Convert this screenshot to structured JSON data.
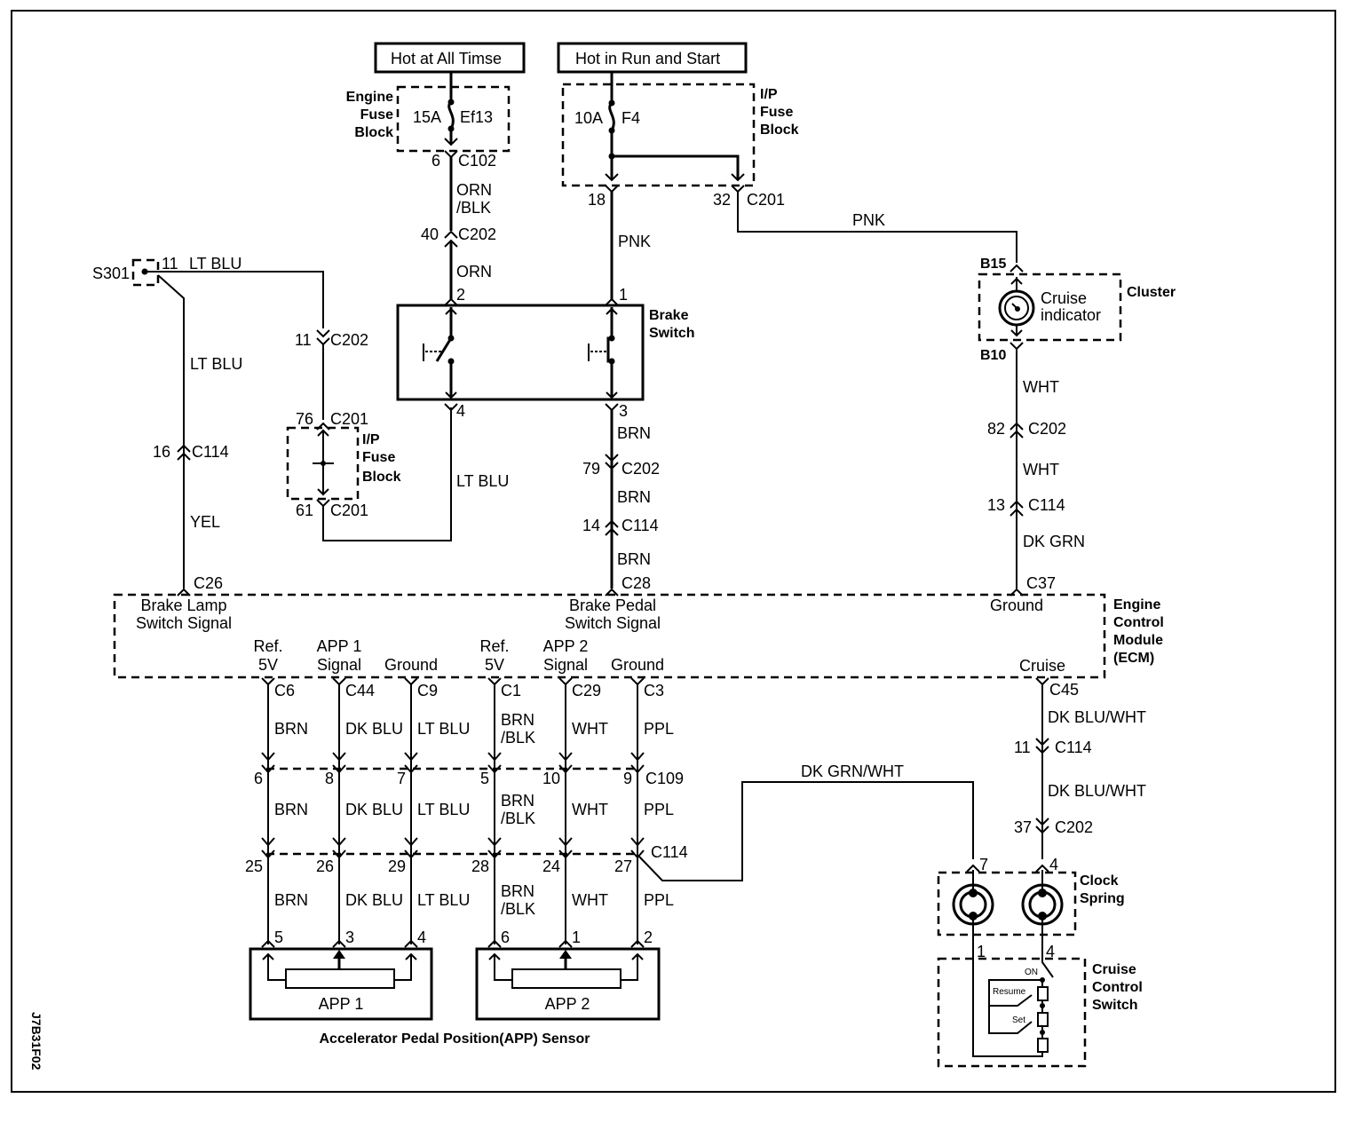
{
  "diagram_id": "J7B31F02",
  "sources": {
    "hot_all": "Hot at All Timse",
    "hot_run": "Hot in Run and Start"
  },
  "engine_fuse_block": {
    "label1": "Engine",
    "label2": "Fuse",
    "label3": "Block",
    "fuse_rating": "15A",
    "fuse_name": "Ef13",
    "out_pin": "6",
    "out_conn": "C102"
  },
  "ip_fuse_block_top": {
    "label1": "I/P",
    "label2": "Fuse",
    "label3": "Block",
    "fuse_rating": "10A",
    "fuse_name": "F4",
    "pin_a": "18",
    "pin_b": "32",
    "conn": "C201"
  },
  "ip_fuse_block_mid": {
    "label1": "I/P",
    "label2": "Fuse",
    "label3": "Block",
    "in_pin": "76",
    "in_conn": "C201",
    "out_pin": "61",
    "out_conn": "C201"
  },
  "wires": {
    "orn_blk_1": "ORN",
    "orn_blk_2": "/BLK",
    "c202_40_pin": "40",
    "c202_40_conn": "C202",
    "orn": "ORN",
    "pnk_left": "PNK",
    "pnk_right": "PNK",
    "s301": "S301",
    "s301_pin": "11",
    "s301_wire": "LT BLU",
    "lt_blu_left": "LT BLU",
    "c202_11_pin": "11",
    "c202_11_conn": "C202",
    "c114_16_pin": "16",
    "c114_16_conn": "C114",
    "yel": "YEL",
    "lt_blu_sw": "LT BLU",
    "brn_1": "BRN",
    "c202_79_pin": "79",
    "c202_79_conn": "C202",
    "brn_2": "BRN",
    "c114_14_pin": "14",
    "c114_14_conn": "C114",
    "brn_3": "BRN",
    "wht_1": "WHT",
    "c202_82_pin": "82",
    "c202_82_conn": "C202",
    "wht_2": "WHT",
    "c114_13_pin": "13",
    "c114_13_conn": "C114",
    "dk_grn": "DK GRN",
    "dk_blu_wht_1": "DK BLU/WHT",
    "c114_11_pin": "11",
    "c114_11_conn": "C114",
    "dk_blu_wht_2": "DK BLU/WHT",
    "c202_37_pin": "37",
    "c202_37_conn": "C202",
    "dk_grn_wht": "DK GRN/WHT"
  },
  "brake_switch": {
    "label1": "Brake",
    "label2": "Switch",
    "pin_2": "2",
    "pin_1": "1",
    "pin_4": "4",
    "pin_3": "3"
  },
  "cluster": {
    "label": "Cluster",
    "indicator1": "Cruise",
    "indicator2": "indicator",
    "pin_in": "B15",
    "pin_out": "B10"
  },
  "ecm": {
    "label1": "Engine",
    "label2": "Control",
    "label3": "Module",
    "label4": "(ECM)",
    "c26": "C26",
    "c28": "C28",
    "c37": "C37",
    "brake_lamp_1": "Brake Lamp",
    "brake_lamp_2": "Switch Signal",
    "brake_pedal_1": "Brake Pedal",
    "brake_pedal_2": "Switch Signal",
    "ground_top": "Ground",
    "cruise": "Cruise",
    "c45": "C45",
    "terms": [
      {
        "l1": "Ref.",
        "l2": "5V",
        "conn": "C6"
      },
      {
        "l1": "APP 1",
        "l2": "Signal",
        "conn": "C44"
      },
      {
        "l1": "",
        "l2": "Ground",
        "conn": "C9"
      },
      {
        "l1": "Ref.",
        "l2": "5V",
        "conn": "C1"
      },
      {
        "l1": "APP 2",
        "l2": "Signal",
        "conn": "C29"
      },
      {
        "l1": "",
        "l2": "Ground",
        "conn": "C3"
      }
    ]
  },
  "app_harness": {
    "c109": "C109",
    "c114": "C114",
    "columns": [
      {
        "w1a": "BRN",
        "w1b": "",
        "p109": "6",
        "w2a": "BRN",
        "w2b": "",
        "p114": "25",
        "w3a": "BRN",
        "w3b": "",
        "sensor_pin": "5"
      },
      {
        "w1a": "DK BLU",
        "w1b": "",
        "p109": "8",
        "w2a": "DK BLU",
        "w2b": "",
        "p114": "26",
        "w3a": "DK BLU",
        "w3b": "",
        "sensor_pin": "3"
      },
      {
        "w1a": "LT BLU",
        "w1b": "",
        "p109": "7",
        "w2a": "LT BLU",
        "w2b": "",
        "p114": "29",
        "w3a": "LT BLU",
        "w3b": "",
        "sensor_pin": "4"
      },
      {
        "w1a": "BRN",
        "w1b": "/BLK",
        "p109": "5",
        "w2a": "BRN",
        "w2b": "/BLK",
        "p114": "28",
        "w3a": "BRN",
        "w3b": "/BLK",
        "sensor_pin": "6"
      },
      {
        "w1a": "WHT",
        "w1b": "",
        "p109": "10",
        "w2a": "WHT",
        "w2b": "",
        "p114": "24",
        "w3a": "WHT",
        "w3b": "",
        "sensor_pin": "1"
      },
      {
        "w1a": "PPL",
        "w1b": "",
        "p109": "9",
        "w2a": "PPL",
        "w2b": "",
        "p114": "27",
        "w3a": "PPL",
        "w3b": "",
        "sensor_pin": "2"
      }
    ],
    "app1": "APP 1",
    "app2": "APP 2",
    "sensor_title": "Accelerator Pedal Position(APP) Sensor"
  },
  "clock_spring": {
    "label1": "Clock",
    "label2": "Spring",
    "pin_7": "7",
    "pin_4_top": "4",
    "pin_1": "1",
    "pin_4_bot": "4"
  },
  "cruise_switch": {
    "label1": "Cruise",
    "label2": "Control",
    "label3": "Switch",
    "on": "ON",
    "resume": "Resume",
    "set": "Set"
  }
}
